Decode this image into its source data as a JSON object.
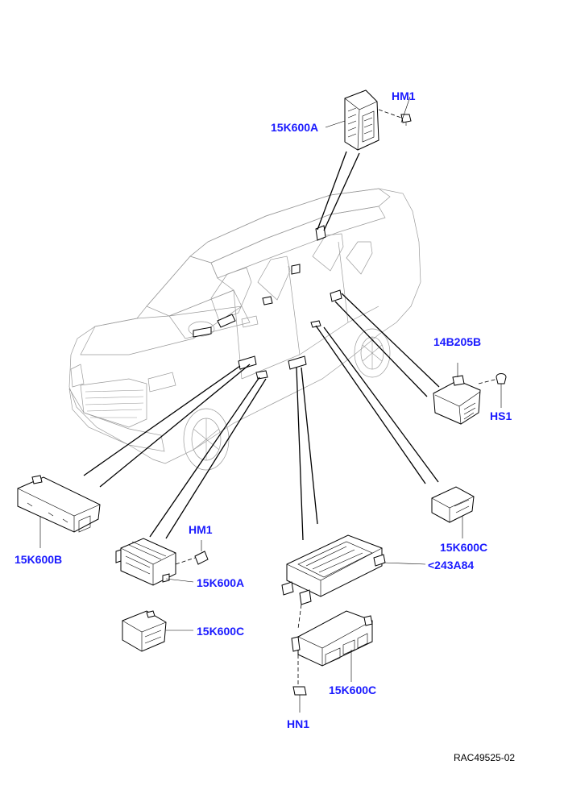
{
  "colors": {
    "callout": "#1a1aff",
    "line": "#000000",
    "car_outline": "#9a9a9a",
    "background": "#ffffff"
  },
  "callouts": {
    "hm1_top": "HM1",
    "k600a_top": "15K600A",
    "b205b": "14B205B",
    "hs1": "HS1",
    "k600b": "15K600B",
    "hm1_mid": "HM1",
    "k600a_mid": "15K600A",
    "k600c_right": "15K600C",
    "a84": "<243A84",
    "k600c_left": "15K600C",
    "k600c_bottom": "15K600C",
    "hn1": "HN1"
  },
  "reference": "RAC49525-02"
}
